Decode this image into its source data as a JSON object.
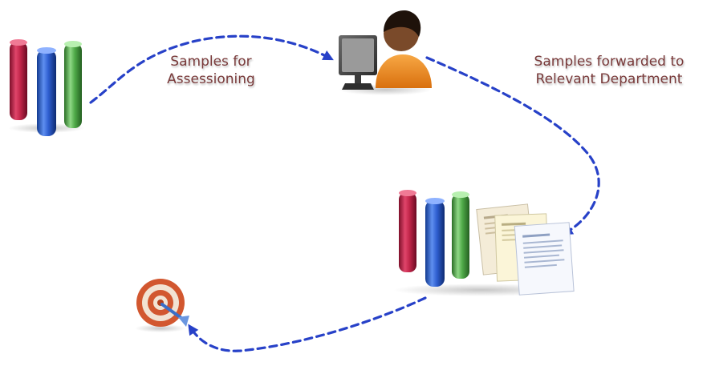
{
  "labels": {
    "assessioning": {
      "line1": "Samples for",
      "line2": "Assessioning"
    },
    "forwarded": {
      "line1": "Samples forwarded to",
      "line2": "Relevant Department"
    }
  },
  "colors": {
    "arrow": "#2741c8",
    "label_text": "#7a3b3b",
    "tube_red": "#c2264a",
    "tube_blue": "#2f5fd0",
    "tube_green": "#4faa48",
    "person_shirt": "#f08a1c",
    "target_ring": "#d2572f"
  },
  "icons": {
    "start": "test-tubes-icon",
    "reviewer": "person-at-computer-icon",
    "department": "test-tubes-and-documents-icon",
    "goal": "target-icon"
  }
}
